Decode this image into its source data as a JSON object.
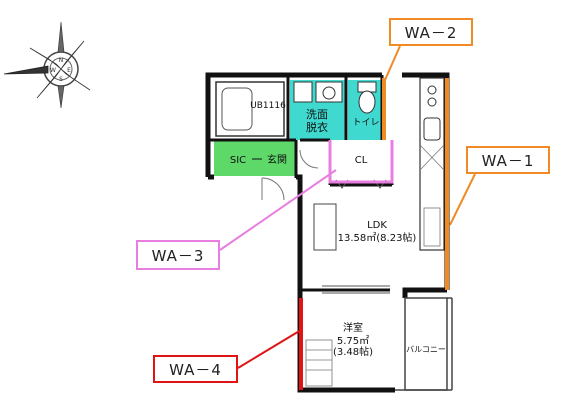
{
  "callouts": {
    "wa1": "WA－1",
    "wa2": "WA－2",
    "wa3": "WA－3",
    "wa4": "WA－4"
  },
  "compass": {
    "n": "N",
    "e": "E",
    "s": "S",
    "w": "W"
  },
  "rooms": {
    "bath": "UB1116",
    "washroom_l1": "洗面",
    "washroom_l2": "脱衣",
    "toilet": "トイレ",
    "sic": "SIC",
    "entrance": "玄関",
    "cl": "CL",
    "ldk_name": "LDK",
    "ldk_area": "13.58㎡(8.23帖)",
    "western_name": "洋室",
    "western_area1": "5.75㎡",
    "western_area2": "(3.48帖)",
    "balcony": "バルコニー"
  },
  "colors": {
    "wa1": "#f08a24",
    "wa2": "#f08a24",
    "wa3": "#e87fe0",
    "wa4": "#e01414",
    "wet_area": "#3fd9d0",
    "entrance_area": "#5fd86a",
    "wall": "#111111"
  }
}
